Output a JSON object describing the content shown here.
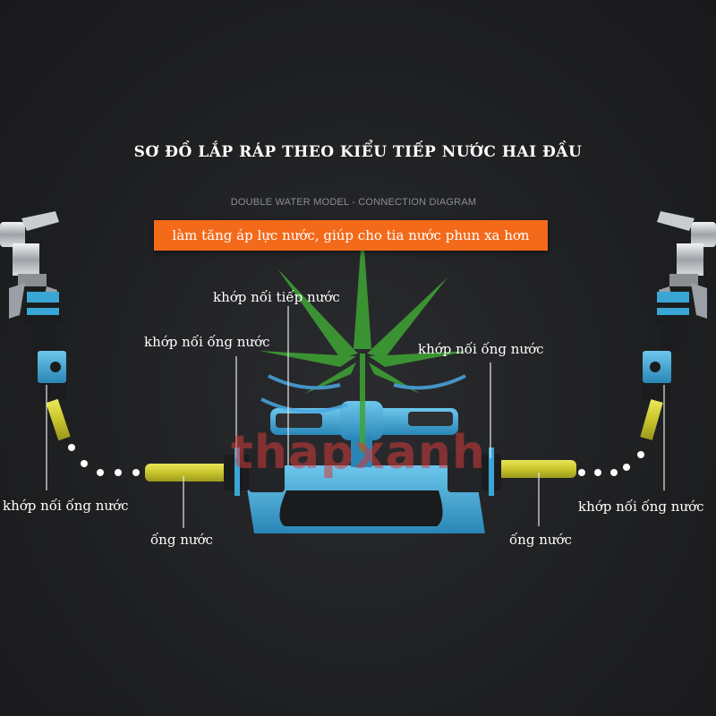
{
  "title": "SƠ ĐỒ LẮP RÁP THEO KIỂU TIẾP NƯỚC HAI ĐẦU",
  "subtitle": "DOUBLE WATER MODEL - CONNECTION DIAGRAM",
  "banner": "làm tăng áp lực nước, giúp cho tia nước phun xa hơn",
  "watermark": "thapxanh",
  "labels": {
    "inlet_connector": "khớp nối tiếp nước",
    "hose_connector_top_left": "khớp nối ống nước",
    "hose_connector_top_right": "khớp nối ống nước",
    "hose_connector_bottom_left": "khớp nối ống nước",
    "hose_connector_bottom_right": "khớp nối ống nước",
    "hose_left": "ống nước",
    "hose_right": "ống nước"
  },
  "colors": {
    "background": "#1f2022",
    "banner": "#f36a1b",
    "connector_blue": "#3aa6d6",
    "hose_yellow": "#d6d23a",
    "leaf_green": "#3fa535",
    "watermark_red": "#d23a3a"
  }
}
